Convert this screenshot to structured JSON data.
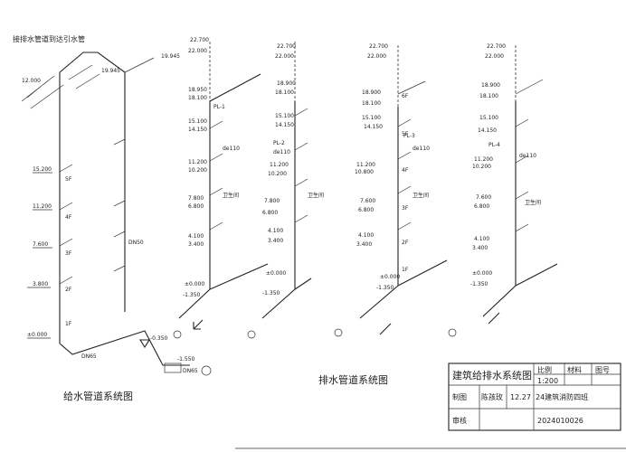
{
  "supply": {
    "top_label": "接排水管道到达引水管",
    "caption": "给水管道系统图",
    "elevations": [
      "12.000",
      "19.945",
      "19.945",
      "15.200",
      "11.200",
      "7.600",
      "3.800",
      "±0.000"
    ],
    "pipe_label": "DN65",
    "floor_labels": [
      "5F",
      "4F",
      "3F",
      "2F",
      "1F"
    ],
    "valve_label": "DN50",
    "meter_label": "DN65",
    "inlet_elev": "-0.350",
    "outlet_elev": "-1.550"
  },
  "drainage": {
    "caption": "排水管道系统图",
    "columns": [
      {
        "top_elevs": [
          "22.700",
          "22.000"
        ],
        "tag": "PL-1",
        "elevs": [
          "18.950",
          "18.100",
          "15.100",
          "14.150",
          "11.200",
          "10.200",
          "7.800",
          "6.800",
          "4.100",
          "3.400",
          "±0.000",
          "-1.350"
        ],
        "room": "卫生间",
        "pipe": "de110"
      },
      {
        "top_elevs": [
          "22.700",
          "22.000"
        ],
        "tag": "PL-2",
        "elevs": [
          "18.900",
          "18.100",
          "15.100",
          "14.150",
          "11.200",
          "10.200",
          "7.800",
          "6.800",
          "4.100",
          "3.400",
          "±0.000",
          "-1.350"
        ],
        "room": "卫生间",
        "pipe": "de110"
      },
      {
        "top_elevs": [
          "22.700",
          "22.000"
        ],
        "tag": "PL-3",
        "elevs": [
          "18.900",
          "18.100",
          "15.100",
          "14.150",
          "11.200",
          "10.800",
          "7.600",
          "6.800",
          "4.100",
          "3.400",
          "±0.000",
          "-1.350"
        ],
        "room": "卫生间",
        "pipe": "de110"
      },
      {
        "top_elevs": [
          "22.700",
          "22.000"
        ],
        "tag": "PL-4",
        "elevs": [
          "18.900",
          "18.100",
          "15.100",
          "14.150",
          "11.200",
          "10.200",
          "7.600",
          "6.800",
          "4.100",
          "3.400",
          "±0.000",
          "-1.350"
        ],
        "room": "卫生间",
        "pipe": "de110"
      }
    ],
    "floor_labels": [
      "6F",
      "5F",
      "4F",
      "3F",
      "2F",
      "1F"
    ]
  },
  "titleblock": {
    "title": "建筑给排水系统图",
    "scale_label": "比例",
    "material_label": "材料",
    "drawing_no_label": "图号",
    "scale": "1:200",
    "drawer_label": "制图",
    "drawer": "陈孩玫",
    "date": "12.27",
    "school": "24建筑消防四班",
    "checker_label": "审核",
    "student_no": "2024010026"
  },
  "colors": {
    "ink": "#222222",
    "paper": "#ffffff"
  }
}
